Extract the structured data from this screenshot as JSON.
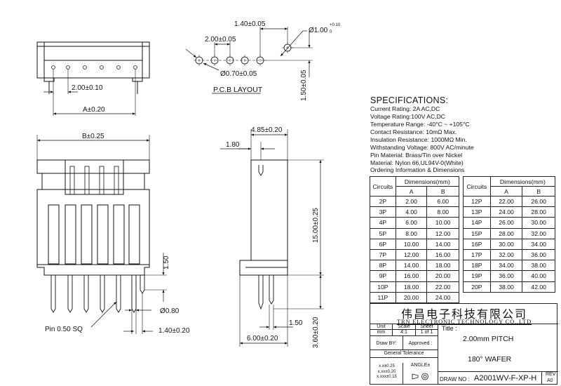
{
  "dims": {
    "pitch_top": "1.40±0.05",
    "hole_dia_main": "Ø1.00",
    "hole_dia_tol": "+0.10",
    "hole_dia_tol2": "0",
    "pcb_pitch": "2.00±0.05",
    "pcb_small_hole": "Ø0.70±0.05",
    "pcb_vertical": "1.50±0.05",
    "pcb_layout_label": "P.C.B LAYOUT",
    "top_pitch": "2.00±0.10",
    "dim_a": "A±0.20",
    "dim_b": "B±0.25",
    "side_width": "4.85±0.20",
    "side_offset": "1.80",
    "side_height": "15.00±0.25",
    "pin_len_front": "1.50",
    "pin_dia": "Ø0.80",
    "pin_sq": "Pin 0.50 SQ",
    "pin_pitch_bottom": "1.40±0.20",
    "side_small": "1.50",
    "side_bottom": "6.00±0.20",
    "side_tail": "3.60±0.20"
  },
  "spec": {
    "heading": "SPECIFICATIONS:",
    "lines": [
      "Current Rating: 2A AC,DC",
      "Voltage Rating:100V AC,DC",
      "Temperature Range: -40°C ~ +105°C",
      "Contact Resistance: 10mΩ Max.",
      "Insulation Resistance: 1000MΩ Min.",
      "Withstanding Voltage: 800V AC/minute",
      "Pin Material: Brass/Tin over Nickel",
      "Material: Nylon 66,UL94V-0(White)"
    ],
    "ordering": "Ordering Information & Dimensions"
  },
  "table": {
    "col_circuits": "Circuits",
    "col_dims": "Dimensions(mm)",
    "col_a": "A",
    "col_b": "B",
    "left_rows": [
      [
        "2P",
        "2.00",
        "6.00"
      ],
      [
        "3P",
        "4.00",
        "8.00"
      ],
      [
        "4P",
        "6.00",
        "10.00"
      ],
      [
        "5P",
        "8.00",
        "12.00"
      ],
      [
        "6P",
        "10.00",
        "14.00"
      ],
      [
        "7P",
        "12.00",
        "16.00"
      ],
      [
        "8P",
        "14.00",
        "18.00"
      ],
      [
        "9P",
        "16.00",
        "20.00"
      ],
      [
        "10P",
        "18.00",
        "22.00"
      ],
      [
        "11P",
        "20.00",
        "24.00"
      ]
    ],
    "right_rows": [
      [
        "12P",
        "22.00",
        "26.00"
      ],
      [
        "13P",
        "24.00",
        "28.00"
      ],
      [
        "14P",
        "26.00",
        "30.00"
      ],
      [
        "15P",
        "28.00",
        "32.00"
      ],
      [
        "16P",
        "30.00",
        "34.00"
      ],
      [
        "17P",
        "32.00",
        "36.00"
      ],
      [
        "18P",
        "34.00",
        "38.00"
      ],
      [
        "19P",
        "36.00",
        "40.00"
      ],
      [
        "20P",
        "38.00",
        "42.00"
      ]
    ]
  },
  "titleblock": {
    "company_cn": "伟昌电子科技有限公司",
    "company_en": "TRN ELECTRONIC TECHNOLOGY CO.,LTD",
    "unit_label": "Unit",
    "scale_label": "Scale",
    "sheet_label": "Sheet",
    "unit_val": "mm",
    "scale_val": "4:1",
    "sheet_val": "1 of 1",
    "draw_by": "Draw BY:",
    "approved": "Approved :",
    "general_tol": "General Tolerance",
    "tol1": "x.x±0.25",
    "tol2": "x.xx±0.20",
    "tol3": "x.xxx±0.15",
    "angle": "ANGLE±",
    "title_label": "Title :",
    "title_line1": "2.00mm PITCH",
    "title_line2": "180° WAFER",
    "drawno_label": "DRAW NO :",
    "drawno": "A2001WV-F-XP-H",
    "rev_label": "REV",
    "rev_val": "A0"
  }
}
